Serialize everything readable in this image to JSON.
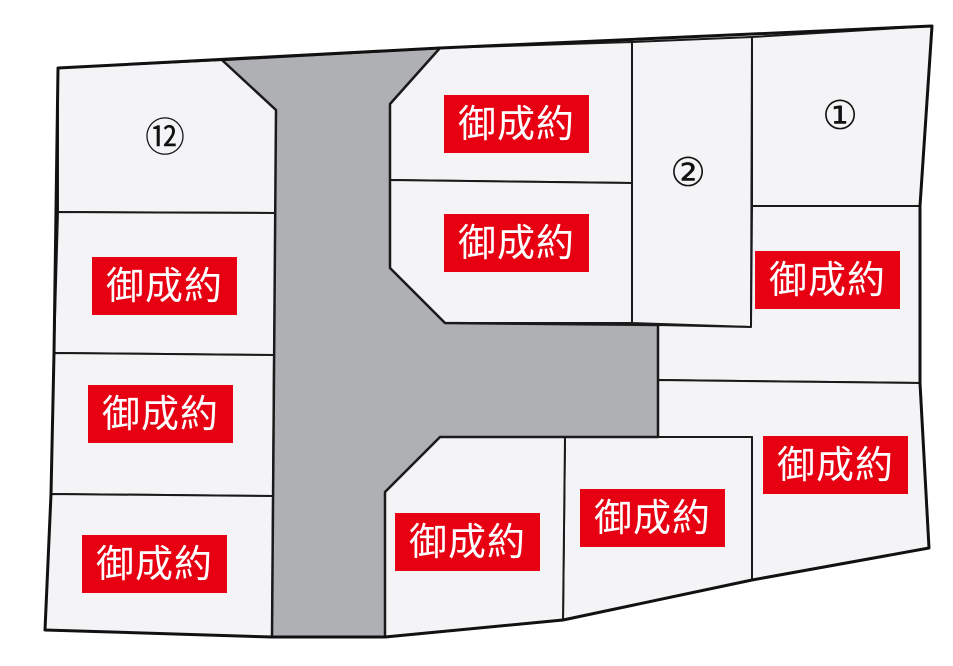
{
  "map": {
    "colors": {
      "sold_badge": "#e60012",
      "sold_text": "#ffffff",
      "road": "#aeb0b4",
      "lot_fill": "#f4f4f6",
      "line": "#1a1a1a"
    },
    "available_lots": [
      {
        "label": "①"
      },
      {
        "label": "②"
      },
      {
        "label": "⑫"
      }
    ],
    "sold_lots": [
      {
        "label": "御成約"
      },
      {
        "label": "御成約"
      },
      {
        "label": "御成約"
      },
      {
        "label": "御成約"
      },
      {
        "label": "御成約"
      },
      {
        "label": "御成約"
      },
      {
        "label": "御成約"
      },
      {
        "label": "御成約"
      },
      {
        "label": "御成約"
      }
    ]
  }
}
